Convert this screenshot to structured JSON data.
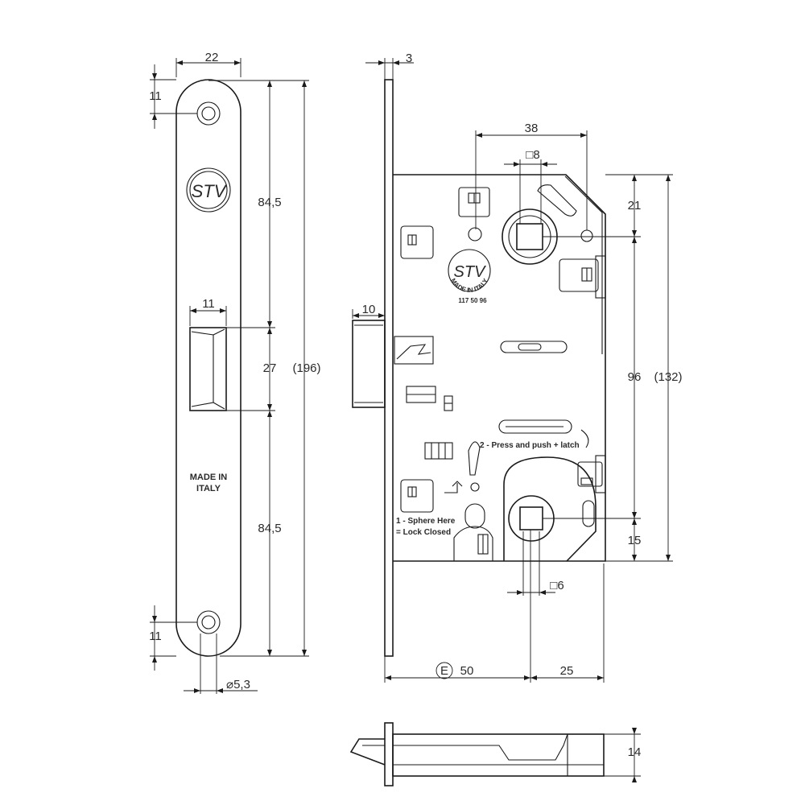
{
  "faceplate": {
    "width": "22",
    "hole_offset_top": "11",
    "hole_offset_bottom": "11",
    "span_top": "84,5",
    "span_bottom": "84,5",
    "latch_height": "27",
    "total_length": "(196)",
    "latch_width": "11",
    "hole_diameter": "⌀5,3",
    "made_in_line1": "MADE IN",
    "made_in_line2": "ITALY",
    "logo_text": "STV"
  },
  "body": {
    "plate_thickness": "3",
    "latch_projection": "10",
    "spindle_spacing": "38",
    "spindle_square": "□8",
    "top_to_spindle": "21",
    "center_distance": "96",
    "body_height": "(132)",
    "bottom_to_square": "15",
    "lower_square": "□6",
    "backset_symbol": "E",
    "backset": "50",
    "rear_depth": "25",
    "stamp_text": "MADE IN ITALY",
    "logo_text": "STV",
    "serial_number": "117 50 96",
    "instruction_1a": "1 - Sphere Here",
    "instruction_1b": "= Lock Closed",
    "instruction_2": "2 - Press and push + latch"
  },
  "bottom_view": {
    "thickness": "14"
  }
}
